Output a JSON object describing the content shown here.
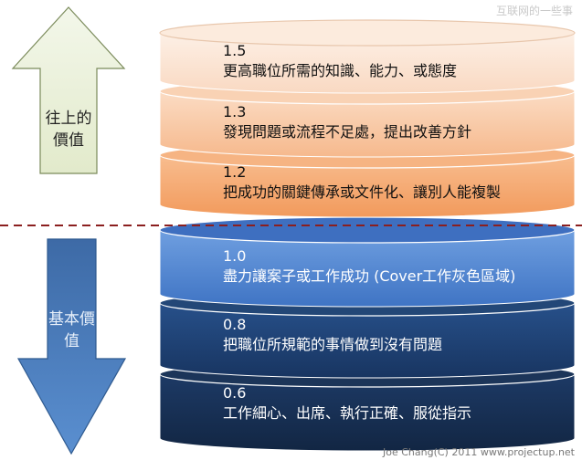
{
  "watermark": "互联网的一些事",
  "credit": "Joe Chang(C) 2011 www.projectup.net",
  "arrows": {
    "up_label_line1": "往上的",
    "up_label_line2": "價值",
    "down_label_line1": "基本價",
    "down_label_line2": "值"
  },
  "layers": [
    {
      "number": "1.5",
      "text": "更高職位所需的知識、能力、或態度"
    },
    {
      "number": "1.3",
      "text": "發現問題或流程不足處，提出改善方針"
    },
    {
      "number": "1.2",
      "text": "把成功的關鍵傳承或文件化、讓別人能複製"
    },
    {
      "number": "1.0",
      "text": "盡力讓案子或工作成功 (Cover工作灰色區域)"
    },
    {
      "number": "0.8",
      "text": "把職位所規範的事情做到沒有問題"
    },
    {
      "number": "0.6",
      "text": "工作細心、出席、執行正確、服從指示"
    }
  ],
  "colors": {
    "layer_1_5": "#fbe3d3",
    "layer_1_3": "#f8c9a7",
    "layer_1_2": "#f5a870",
    "layer_1_0": "#5b8ed6",
    "layer_0_8": "#1f3f6d",
    "layer_0_6": "#172e52",
    "up_arrow": "#ebf1de",
    "down_arrow": "#4a7ebb",
    "divider": "#8b1f1f"
  }
}
